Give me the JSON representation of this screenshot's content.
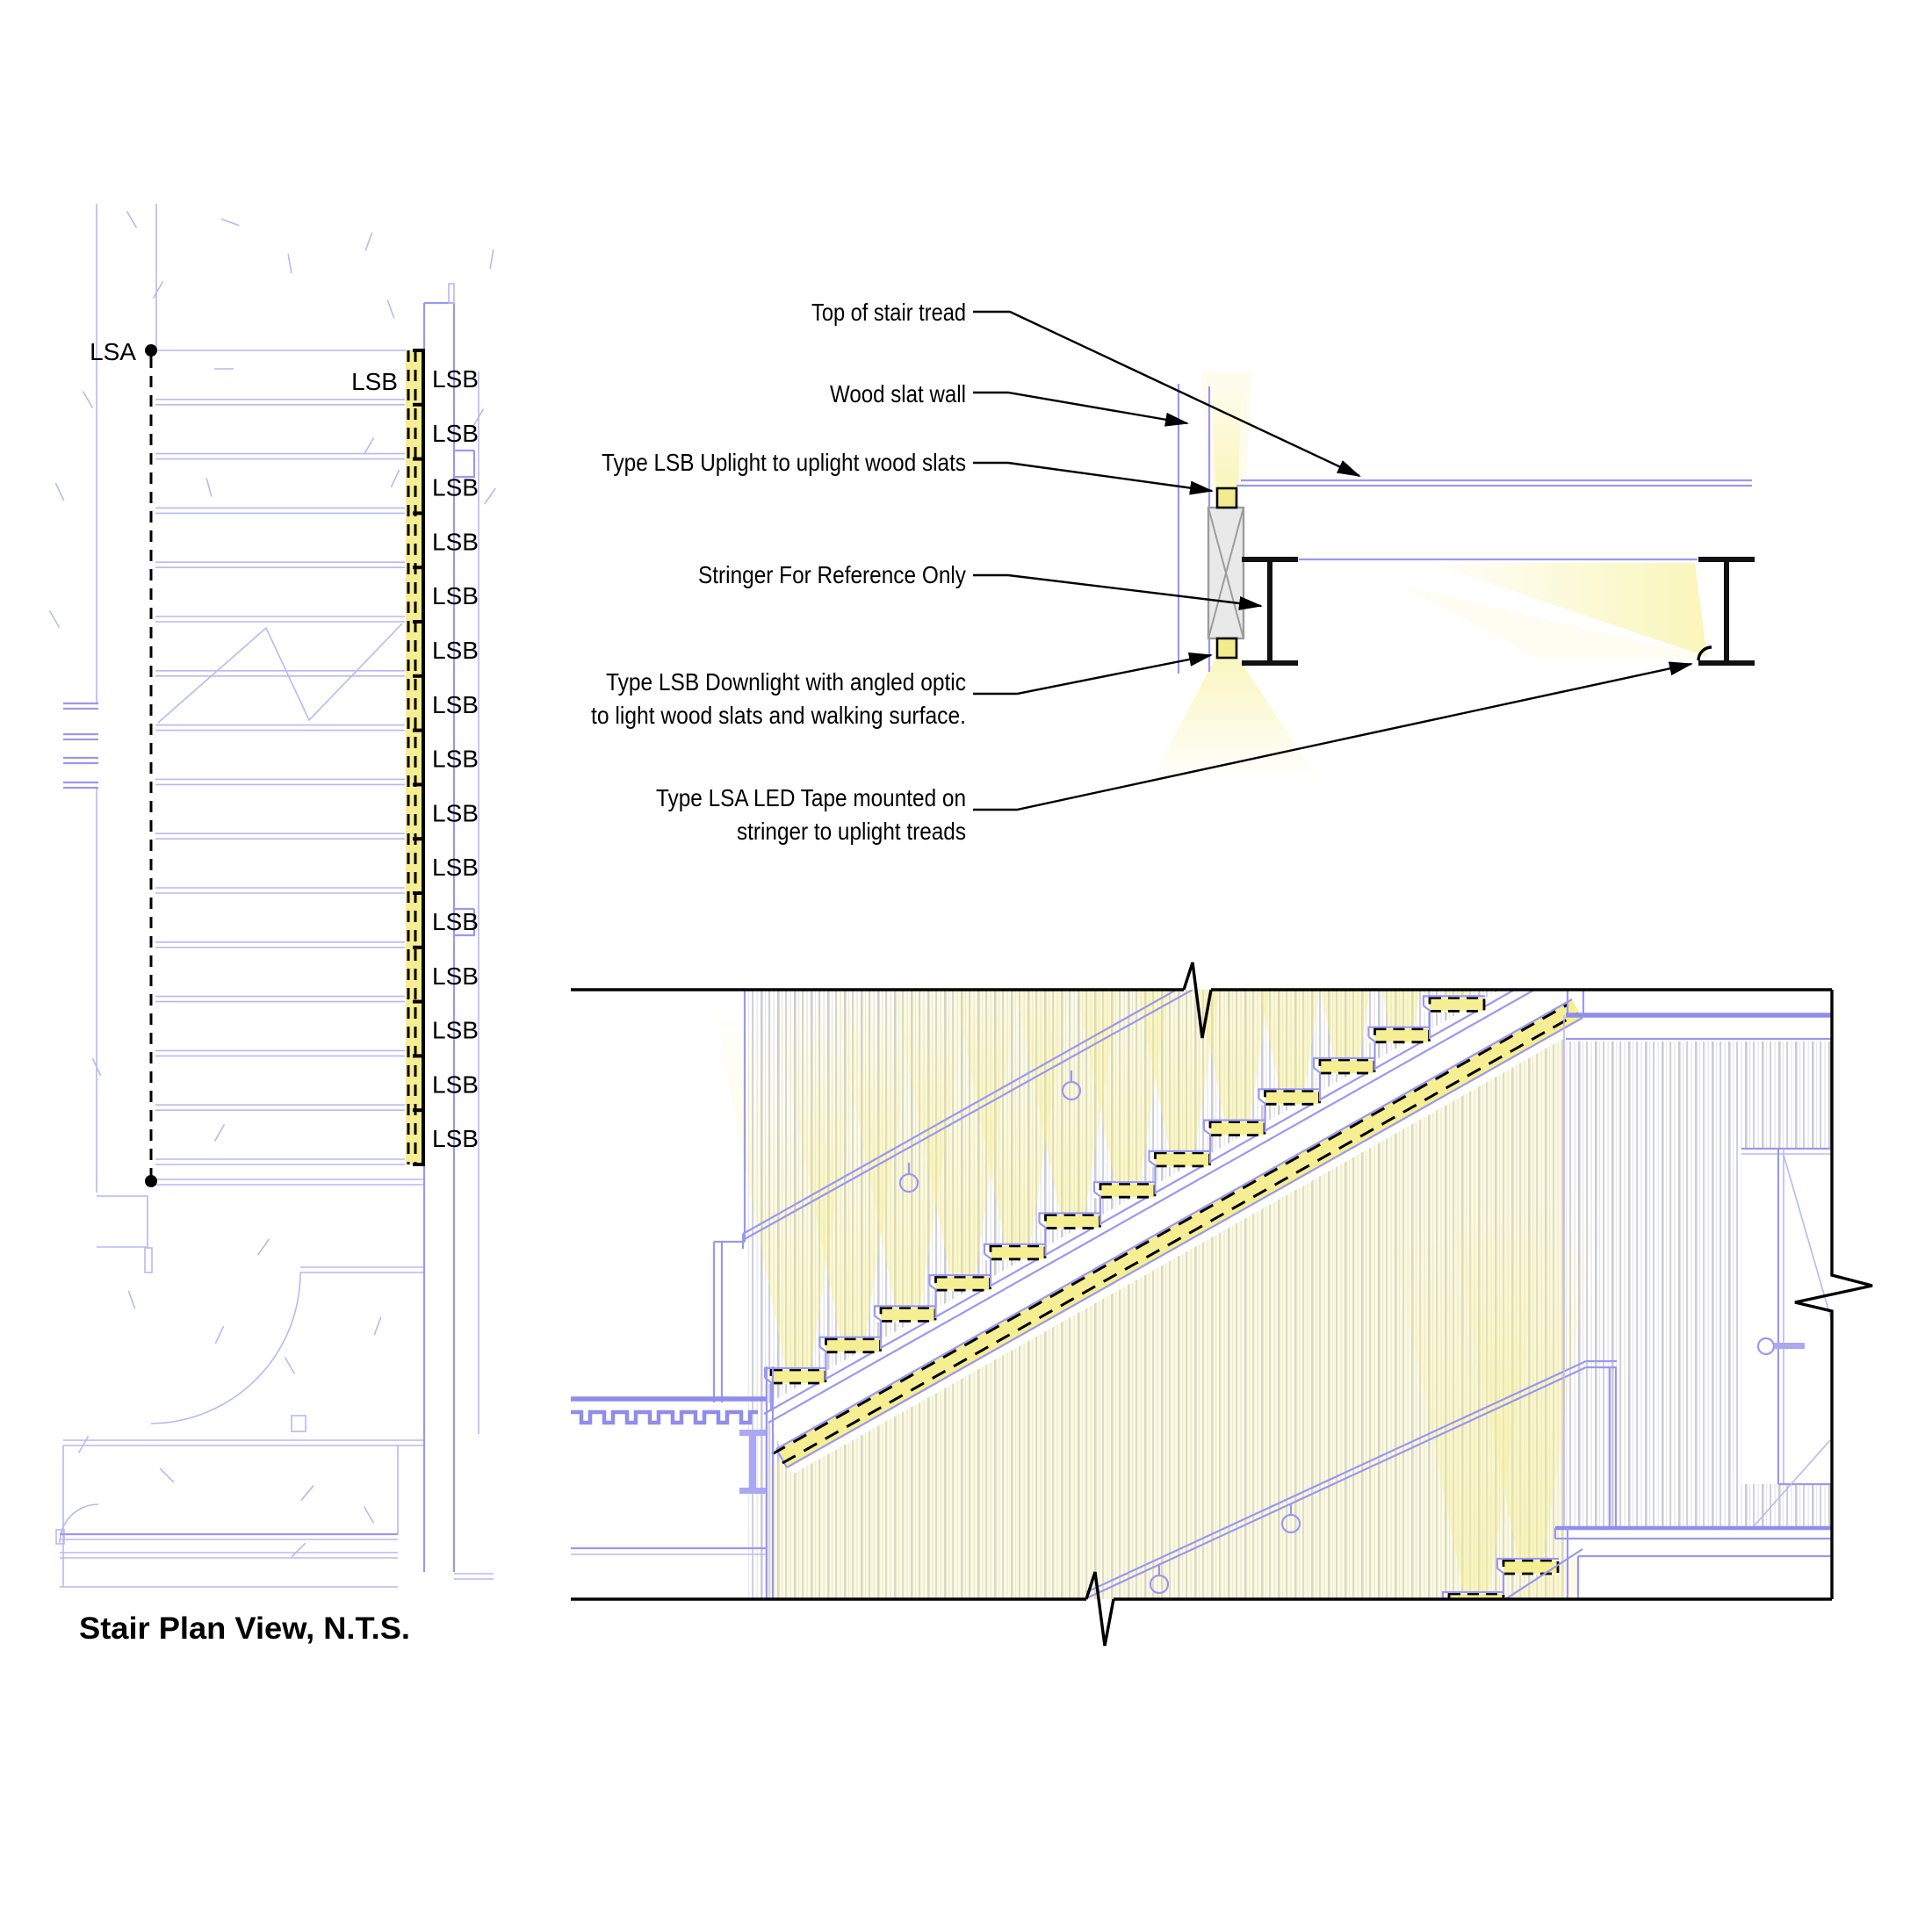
{
  "title": "Stair Plan View, N.T.S.",
  "colors": {
    "line_blue": "#9a98f0",
    "line_blue_light": "#b9b8f2",
    "line_blue_thick": "#8f8dec",
    "ibeam_blue": "#a9a8f1",
    "tape_yellow": "#f5ee93",
    "glow_yellow": "#f6ef8c",
    "slat_gray": "#d2d2db",
    "black": "#000000"
  },
  "plan": {
    "lsa_label": "LSA",
    "lsb_wall_label": "LSB",
    "lsb_labels": [
      "LSB",
      "LSB",
      "LSB",
      "LSB",
      "LSB",
      "LSB",
      "LSB",
      "LSB",
      "LSB",
      "LSB",
      "LSB",
      "LSB",
      "LSB",
      "LSB",
      "LSB"
    ]
  },
  "detail": {
    "annotations": [
      {
        "id": "top-of-stair-tread",
        "lines": [
          "Top of stair tread"
        ]
      },
      {
        "id": "wood-slat-wall",
        "lines": [
          "Wood slat wall"
        ]
      },
      {
        "id": "lsb-uplight",
        "lines": [
          "Type LSB Uplight to uplight wood slats"
        ]
      },
      {
        "id": "stringer-reference",
        "lines": [
          "Stringer For Reference Only"
        ]
      },
      {
        "id": "lsb-downlight",
        "lines": [
          "Type LSB Downlight with angled optic",
          "to light wood slats and walking surface."
        ]
      },
      {
        "id": "lsa-led-tape",
        "lines": [
          "Type LSA LED Tape mounted on",
          "stringer to uplight treads"
        ]
      }
    ]
  }
}
